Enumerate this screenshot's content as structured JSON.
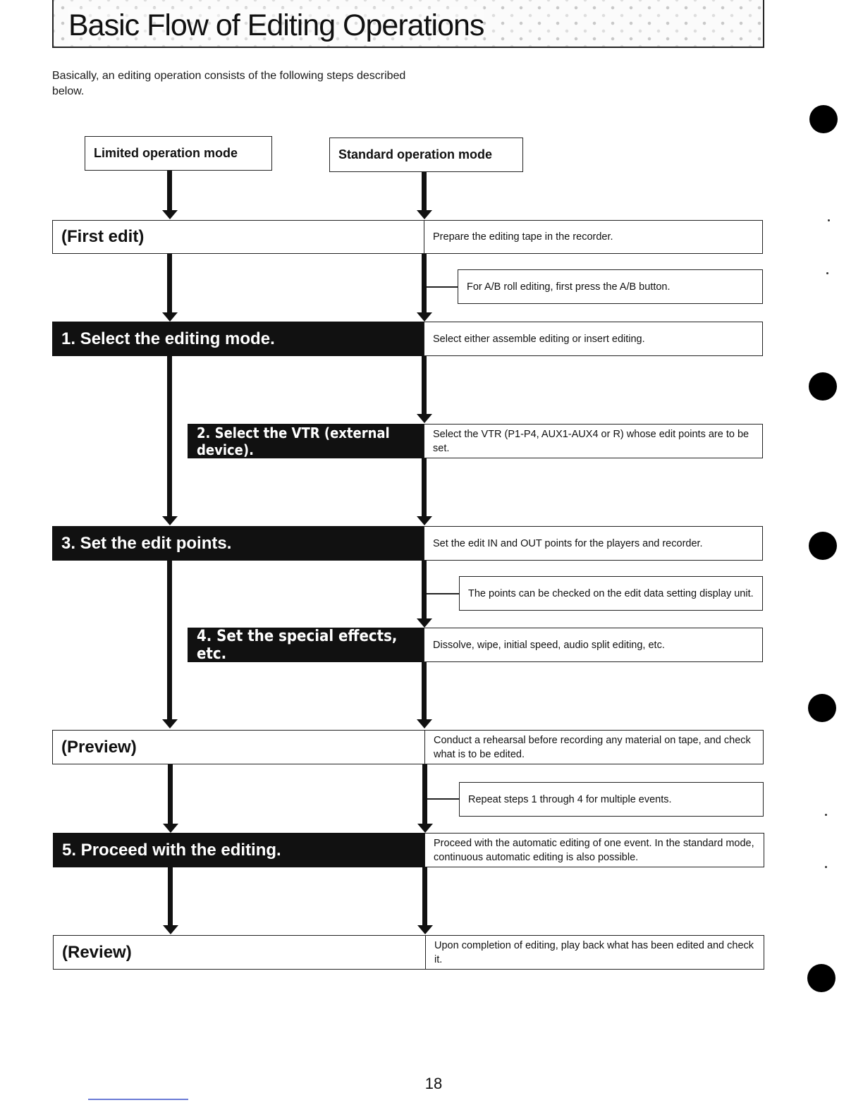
{
  "page": {
    "title": "Basic Flow of Editing Operations",
    "intro": "Basically, an editing operation consists of the following steps described below.",
    "page_number": "18"
  },
  "modes": {
    "limited": "Limited operation mode",
    "standard": "Standard operation mode"
  },
  "steps": [
    {
      "id": "first-edit",
      "label": "(First edit)",
      "style": "white",
      "description": "Prepare the editing tape in the recorder."
    },
    {
      "id": "select-mode",
      "label": "1. Select the editing mode.",
      "style": "black",
      "description": "Select either assemble editing or insert editing."
    },
    {
      "id": "select-vtr",
      "label": "2. Select the VTR (external device).",
      "style": "black",
      "description": "Select the VTR (P1-P4, AUX1-AUX4 or R) whose edit points are to be set."
    },
    {
      "id": "set-edit-points",
      "label": "3. Set the edit points.",
      "style": "black",
      "description": "Set the edit IN and OUT points for the players and recorder."
    },
    {
      "id": "special-effects",
      "label": "4. Set the special effects, etc.",
      "style": "black",
      "description": "Dissolve, wipe, initial speed, audio split editing, etc."
    },
    {
      "id": "preview",
      "label": "(Preview)",
      "style": "white",
      "description": "Conduct a rehearsal before recording any material on tape, and check what is to be edited."
    },
    {
      "id": "proceed",
      "label": "5. Proceed with the editing.",
      "style": "black",
      "description": "Proceed with the automatic editing of one event. In the standard mode, continuous automatic editing is also possible."
    },
    {
      "id": "review",
      "label": "(Review)",
      "style": "white",
      "description": "Upon completion of editing, play back what has been edited and check it."
    }
  ],
  "notes": {
    "ab_roll": "For A/B roll editing, first press the A/B button.",
    "check_points": "The points can be checked on the edit data setting display unit.",
    "repeat": "Repeat steps 1 through 4 for multiple events."
  }
}
